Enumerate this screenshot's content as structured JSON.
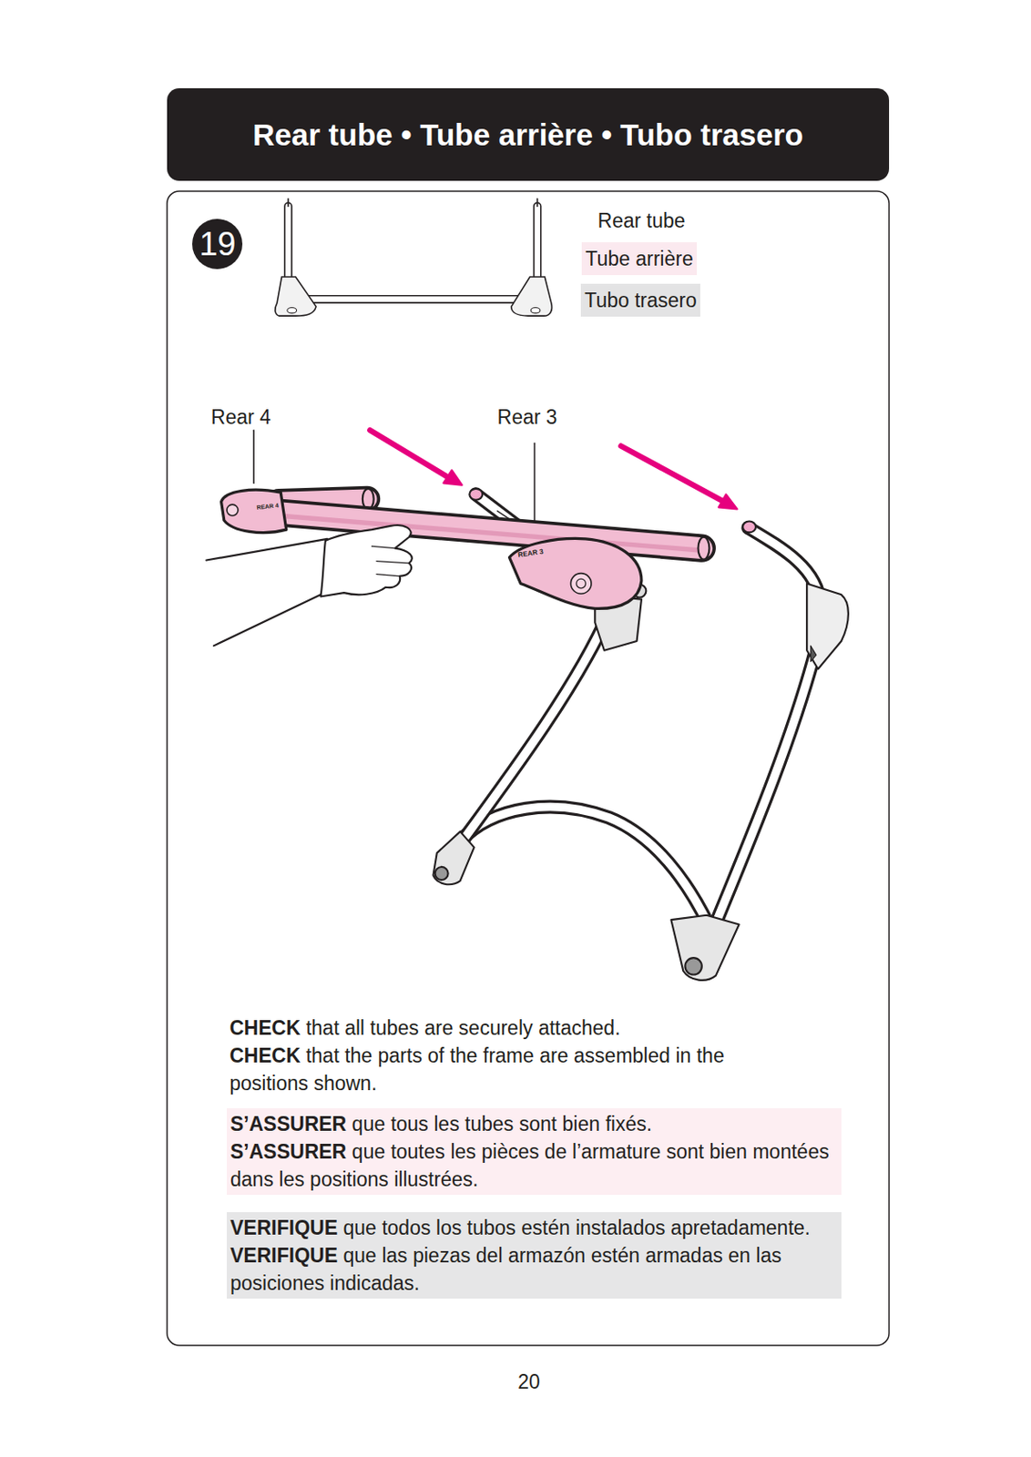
{
  "diagram": {
    "title": "Rear tube • Tube arrière • Tubo trasero",
    "nodes": [
      {
        "text": [
          "19"
        ]
      },
      {
        "text": [
          "Tube arrière"
        ]
      },
      {
        "text": [
          "Tubo trasero"
        ]
      },
      {
        "text": [
          "S’ASSURER que tous les tubes sont bien fixés.",
          "S’ASSURER que toutes les pièces de l’armature sont bien montées dans les positions illustrées."
        ]
      },
      {
        "text": [
          "VERIFIQUE que todos los tubos estén instalados apretadamente.",
          "VERIFIQUE que las piezas del armazón estén armadas en las posiciones indicadas."
        ]
      }
    ],
    "labels": [
      "Rear tube",
      "Rear 4",
      "Rear 3",
      "REAR 4",
      "REAR 3",
      "CHECK that all tubes are securely attached.",
      "CHECK that the parts of the frame are assembled in the positions shown.",
      "20"
    ]
  }
}
